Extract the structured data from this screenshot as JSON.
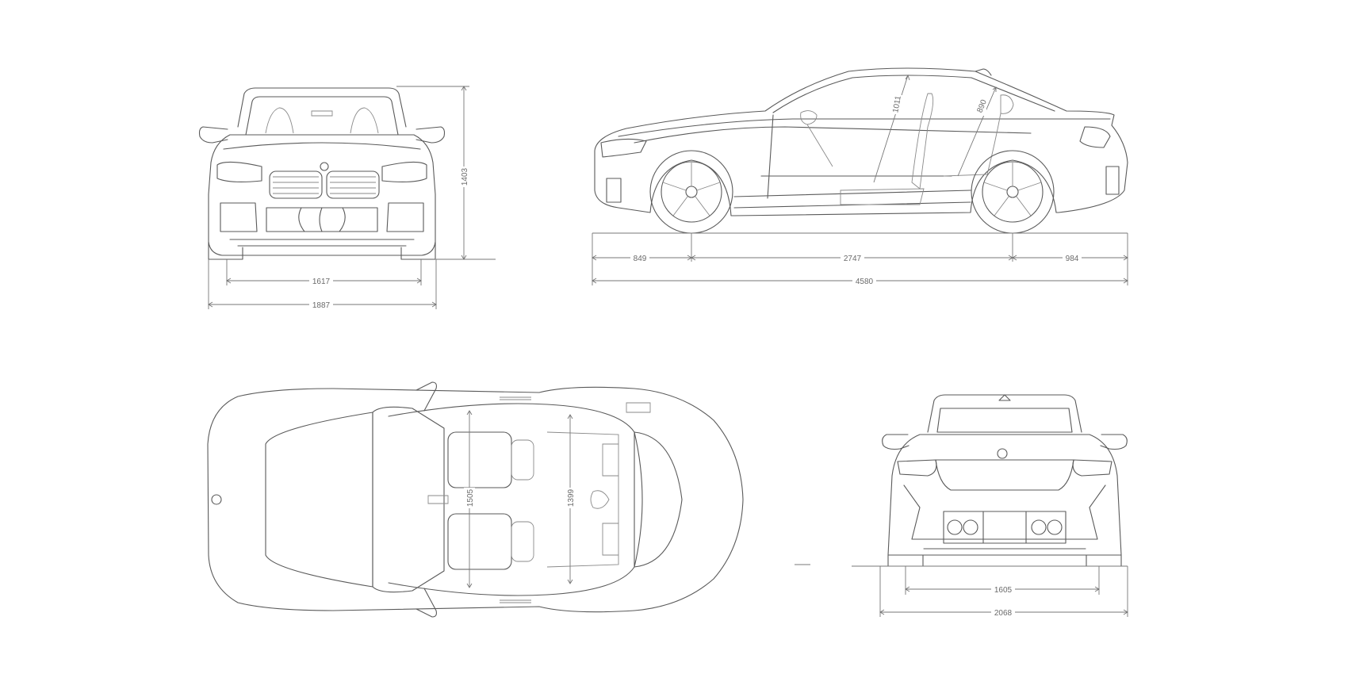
{
  "front_view": {
    "height": "1403",
    "front_track": "1617",
    "width": "1887"
  },
  "side_view": {
    "front_overhang": "849",
    "wheelbase": "2747",
    "rear_overhang": "984",
    "length": "4580",
    "front_headroom": "1011",
    "rear_headroom": "890"
  },
  "top_view": {
    "front_shoulder_width": "1505",
    "rear_shoulder_width": "1399"
  },
  "rear_view": {
    "rear_track": "1605",
    "width_with_mirrors": "2068"
  },
  "colors": {
    "line": "#5a5a5a",
    "background": "#ffffff"
  }
}
